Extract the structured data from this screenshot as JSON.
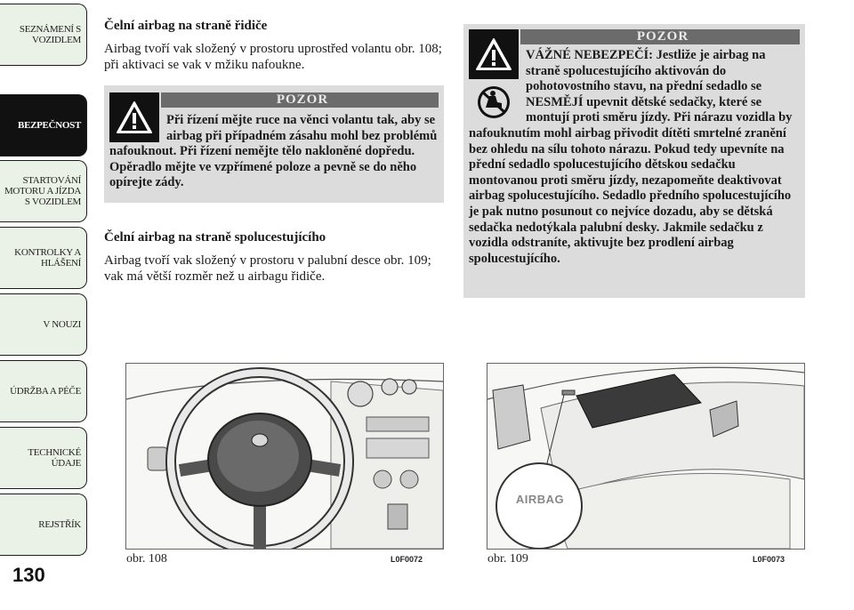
{
  "tabs": [
    {
      "label": "SEZNÁMENÍ S\nVOZIDLEM",
      "active": false
    },
    {
      "label": "BEZPEČNOST",
      "active": true
    },
    {
      "label": "STARTOVÁNÍ\nMOTORU A JÍZDA\nS VOZIDLEM",
      "active": false
    },
    {
      "label": "KONTROLKY A\nHLÁŠENÍ",
      "active": false
    },
    {
      "label": "V NOUZI",
      "active": false
    },
    {
      "label": "ÚDRŽBA A PÉČE",
      "active": false
    },
    {
      "label": "TECHNICKÉ\nÚDAJE",
      "active": false
    },
    {
      "label": "REJSTŘÍK",
      "active": false
    }
  ],
  "page_number": "130",
  "section1": {
    "heading": "Čelní airbag na straně řidiče",
    "text": "Airbag tvoří vak složený v prostoru uprostřed volantu obr. 108; při aktivaci se vak v mžiku nafoukne."
  },
  "warning1": {
    "title": "POZOR",
    "text": "Při řízení mějte ruce na věnci volantu tak, aby se airbag při případném zásahu mohl bez problémů nafouknout. Při řízení nemějte tělo nakloněné dopředu. Opěradlo mějte ve vzpřímené poloze a pevně se do něho opírejte zády."
  },
  "section2": {
    "heading": "Čelní airbag na straně spolucestujícího",
    "text": "Airbag tvoří vak složený v prostoru v palubní desce obr. 109; vak má větší rozměr než u airbagu řidiče."
  },
  "warning2": {
    "title": "POZOR",
    "text": "VÁŽNÉ NEBEZPEČÍ: Jestliže je airbag na straně spolucestujícího aktivován do pohotovostního stavu, na přední sedadlo se NESMĚJÍ upevnit dětské sedačky, které se montují proti směru jízdy. Při nárazu vozidla by nafouknutím mohl airbag přivodit dítěti smrtelné zranění bez ohledu na sílu tohoto nárazu. Pokud tedy upevníte na přední sedadlo spolucestujícího dětskou sedačku montovanou proti směru jízdy, nezapomeňte deaktivovat airbag spolucestujícího. Sedadlo předního spolucestujícího je pak nutno posunout co nejvíce dozadu, aby se dětská sedačka nedotýkala palubní desky. Jakmile sedačku z vozidla odstraníte, aktivujte bez prodlení airbag spolucestujícího."
  },
  "figure1": {
    "caption": "obr. 108",
    "code": "L0F0072"
  },
  "figure2": {
    "caption": "obr. 109",
    "code": "L0F0073",
    "label": "AIRBAG"
  },
  "colors": {
    "tab_bg": "#eaf1e6",
    "active_tab_bg": "#111111",
    "warning_bg": "#dcdcdc",
    "warning_title_bg": "#6b6b6b"
  }
}
